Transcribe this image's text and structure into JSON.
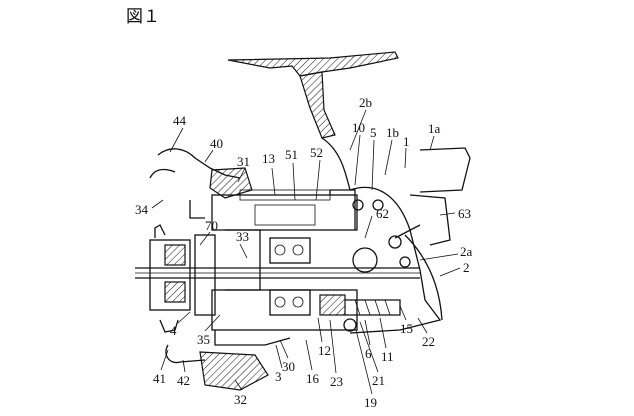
{
  "figure_label": "図１",
  "labels": [
    {
      "id": "44",
      "text": "44"
    },
    {
      "id": "40",
      "text": "40"
    },
    {
      "id": "31",
      "text": "31"
    },
    {
      "id": "13",
      "text": "13"
    },
    {
      "id": "51",
      "text": "51"
    },
    {
      "id": "52",
      "text": "52"
    },
    {
      "id": "2b",
      "text": "2b"
    },
    {
      "id": "10",
      "text": "10"
    },
    {
      "id": "5",
      "text": "5"
    },
    {
      "id": "1b",
      "text": "1b"
    },
    {
      "id": "1",
      "text": "1"
    },
    {
      "id": "1a",
      "text": "1a"
    },
    {
      "id": "34",
      "text": "34"
    },
    {
      "id": "62",
      "text": "62"
    },
    {
      "id": "63",
      "text": "63"
    },
    {
      "id": "70",
      "text": "70"
    },
    {
      "id": "33",
      "text": "33"
    },
    {
      "id": "2a",
      "text": "2a"
    },
    {
      "id": "2",
      "text": "2"
    },
    {
      "id": "4",
      "text": "4"
    },
    {
      "id": "35",
      "text": "35"
    },
    {
      "id": "22",
      "text": "22"
    },
    {
      "id": "15",
      "text": "15"
    },
    {
      "id": "6",
      "text": "6"
    },
    {
      "id": "11",
      "text": "11"
    },
    {
      "id": "12",
      "text": "12"
    },
    {
      "id": "41",
      "text": "41"
    },
    {
      "id": "42",
      "text": "42"
    },
    {
      "id": "3",
      "text": "3"
    },
    {
      "id": "30",
      "text": "30"
    },
    {
      "id": "16",
      "text": "16"
    },
    {
      "id": "23",
      "text": "23"
    },
    {
      "id": "21",
      "text": "21"
    },
    {
      "id": "32",
      "text": "32"
    },
    {
      "id": "19",
      "text": "19"
    }
  ]
}
